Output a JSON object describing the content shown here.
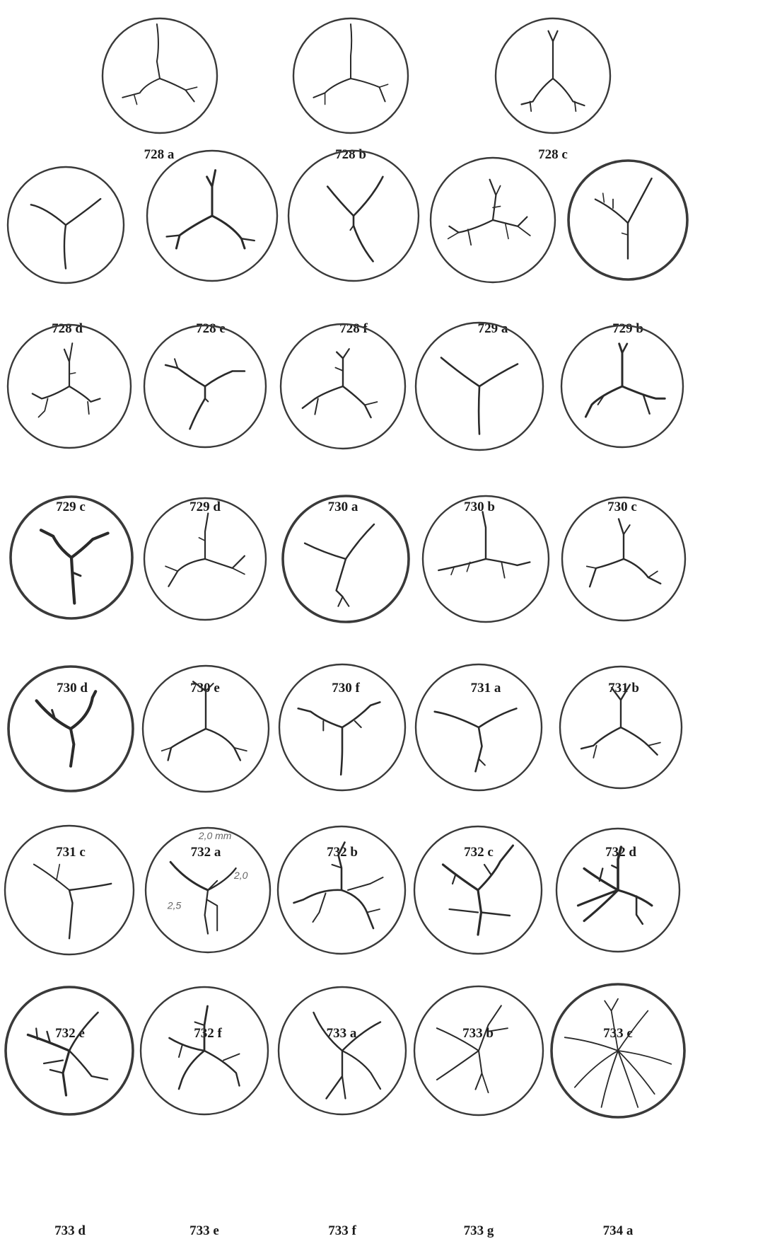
{
  "figures": [
    {
      "label": "728 a"
    },
    {
      "label": "728 b"
    },
    {
      "label": "728 c"
    },
    {
      "label": "728 d"
    },
    {
      "label": "728 e"
    },
    {
      "label": "728 f"
    },
    {
      "label": "729 a"
    },
    {
      "label": "729 b"
    },
    {
      "label": "729 c"
    },
    {
      "label": "729 d"
    },
    {
      "label": "730 a"
    },
    {
      "label": "730 b"
    },
    {
      "label": "730 c"
    },
    {
      "label": "730 d"
    },
    {
      "label": "730 e"
    },
    {
      "label": "730 f"
    },
    {
      "label": "731 a"
    },
    {
      "label": "731 b"
    },
    {
      "label": "731 c"
    },
    {
      "label": "732 a"
    },
    {
      "label": "732 b"
    },
    {
      "label": "732 c"
    },
    {
      "label": "732 d"
    },
    {
      "label": "732 e"
    },
    {
      "label": "732 f",
      "notes": [
        "2,0 mm",
        "2,0",
        "2,5"
      ]
    },
    {
      "label": "733 a"
    },
    {
      "label": "733 b"
    },
    {
      "label": "733 c"
    },
    {
      "label": "733 d"
    },
    {
      "label": "733 e"
    },
    {
      "label": "733 f"
    },
    {
      "label": "733 g"
    },
    {
      "label": "734 a"
    }
  ]
}
